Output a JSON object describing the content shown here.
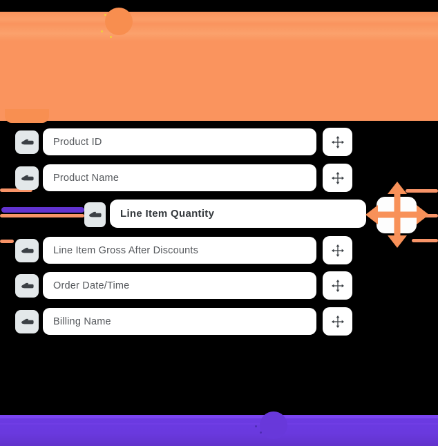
{
  "fields": [
    {
      "label": "Product ID",
      "state": "default"
    },
    {
      "label": "Product Name",
      "state": "default"
    },
    {
      "label": "Line Item Quantity",
      "state": "dragging"
    },
    {
      "label": "Line Item Gross After Discounts",
      "state": "default"
    },
    {
      "label": "Order Date/Time",
      "state": "default"
    },
    {
      "label": "Billing Name",
      "state": "default"
    }
  ],
  "colors": {
    "banner_orange": "#FA945E",
    "accent_orange": "#F89159",
    "accent_orange_light": "#F89468",
    "insert_bar_purple": "#6233D0",
    "footer_purple": "#6B3BE3",
    "footer_line_purple": "#7B45F2",
    "tile_gray": "#E3E8EA",
    "icon_dark": "#3B4045",
    "field_text": "#54575B",
    "field_text_active": "#33383C",
    "sparkle_yellow": "#F0D03A"
  },
  "icons": {
    "row_handle": "hand-grab-icon",
    "row_move": "move-arrows-icon",
    "drag_cursor": "move-cursor-icon"
  }
}
